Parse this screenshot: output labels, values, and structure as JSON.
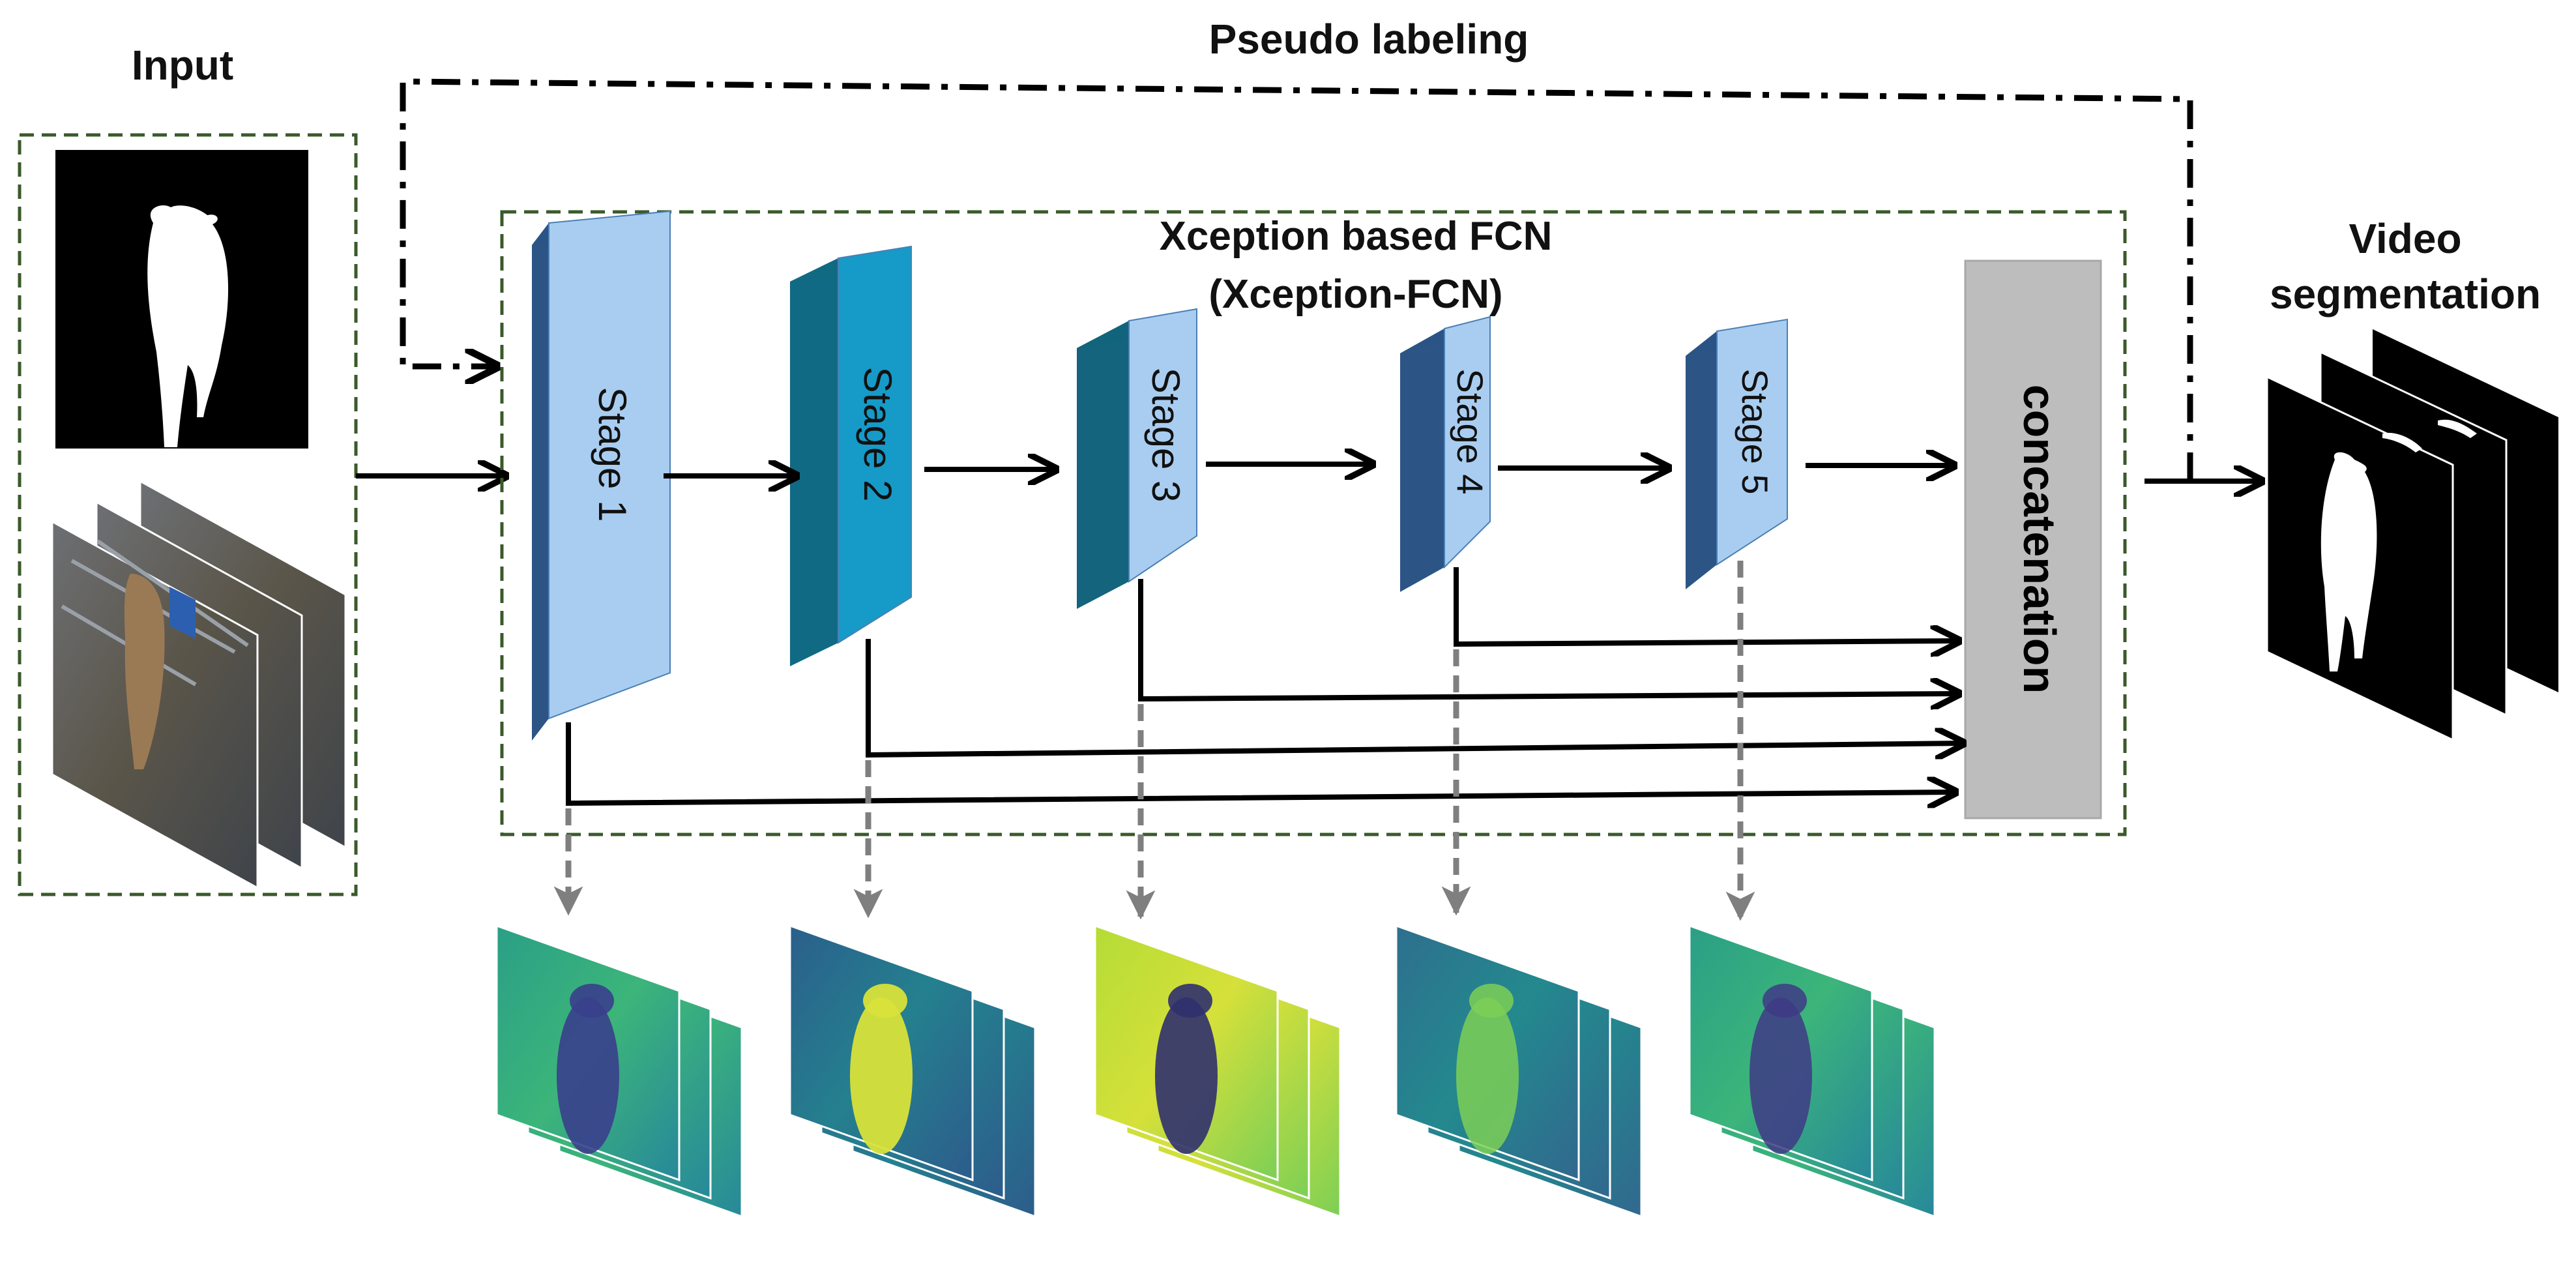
{
  "labels": {
    "input": "Input",
    "pseudo_labeling": "Pseudo labeling",
    "fcn_title_line1": "Xception based FCN",
    "fcn_title_line2": "(Xception-FCN)",
    "output_line1": "Video",
    "output_line2": "segmentation",
    "concatenation": "concatenation"
  },
  "stages": [
    {
      "label": "Stage 1",
      "front_color": "#a9cdf0",
      "side_color": "#2c5586"
    },
    {
      "label": "Stage 2",
      "front_color": "#169ac8",
      "side_color": "#106a83"
    },
    {
      "label": "Stage 3",
      "front_color": "#a9cdf0",
      "side_color": "#13647c"
    },
    {
      "label": "Stage 4",
      "front_color": "#a9cdf0",
      "side_color": "#2c5586"
    },
    {
      "label": "Stage 5",
      "front_color": "#a9cdf0",
      "side_color": "#2c5586"
    }
  ],
  "colors": {
    "frame_border": "#3a5a2a",
    "concat_fill": "#bdbdbd",
    "arrow": "#000000",
    "dashed_arrow": "#7f7f7f"
  },
  "feature_maps": [
    "feature-map-stage-1",
    "feature-map-stage-2",
    "feature-map-stage-3",
    "feature-map-stage-4",
    "feature-map-stage-5"
  ]
}
